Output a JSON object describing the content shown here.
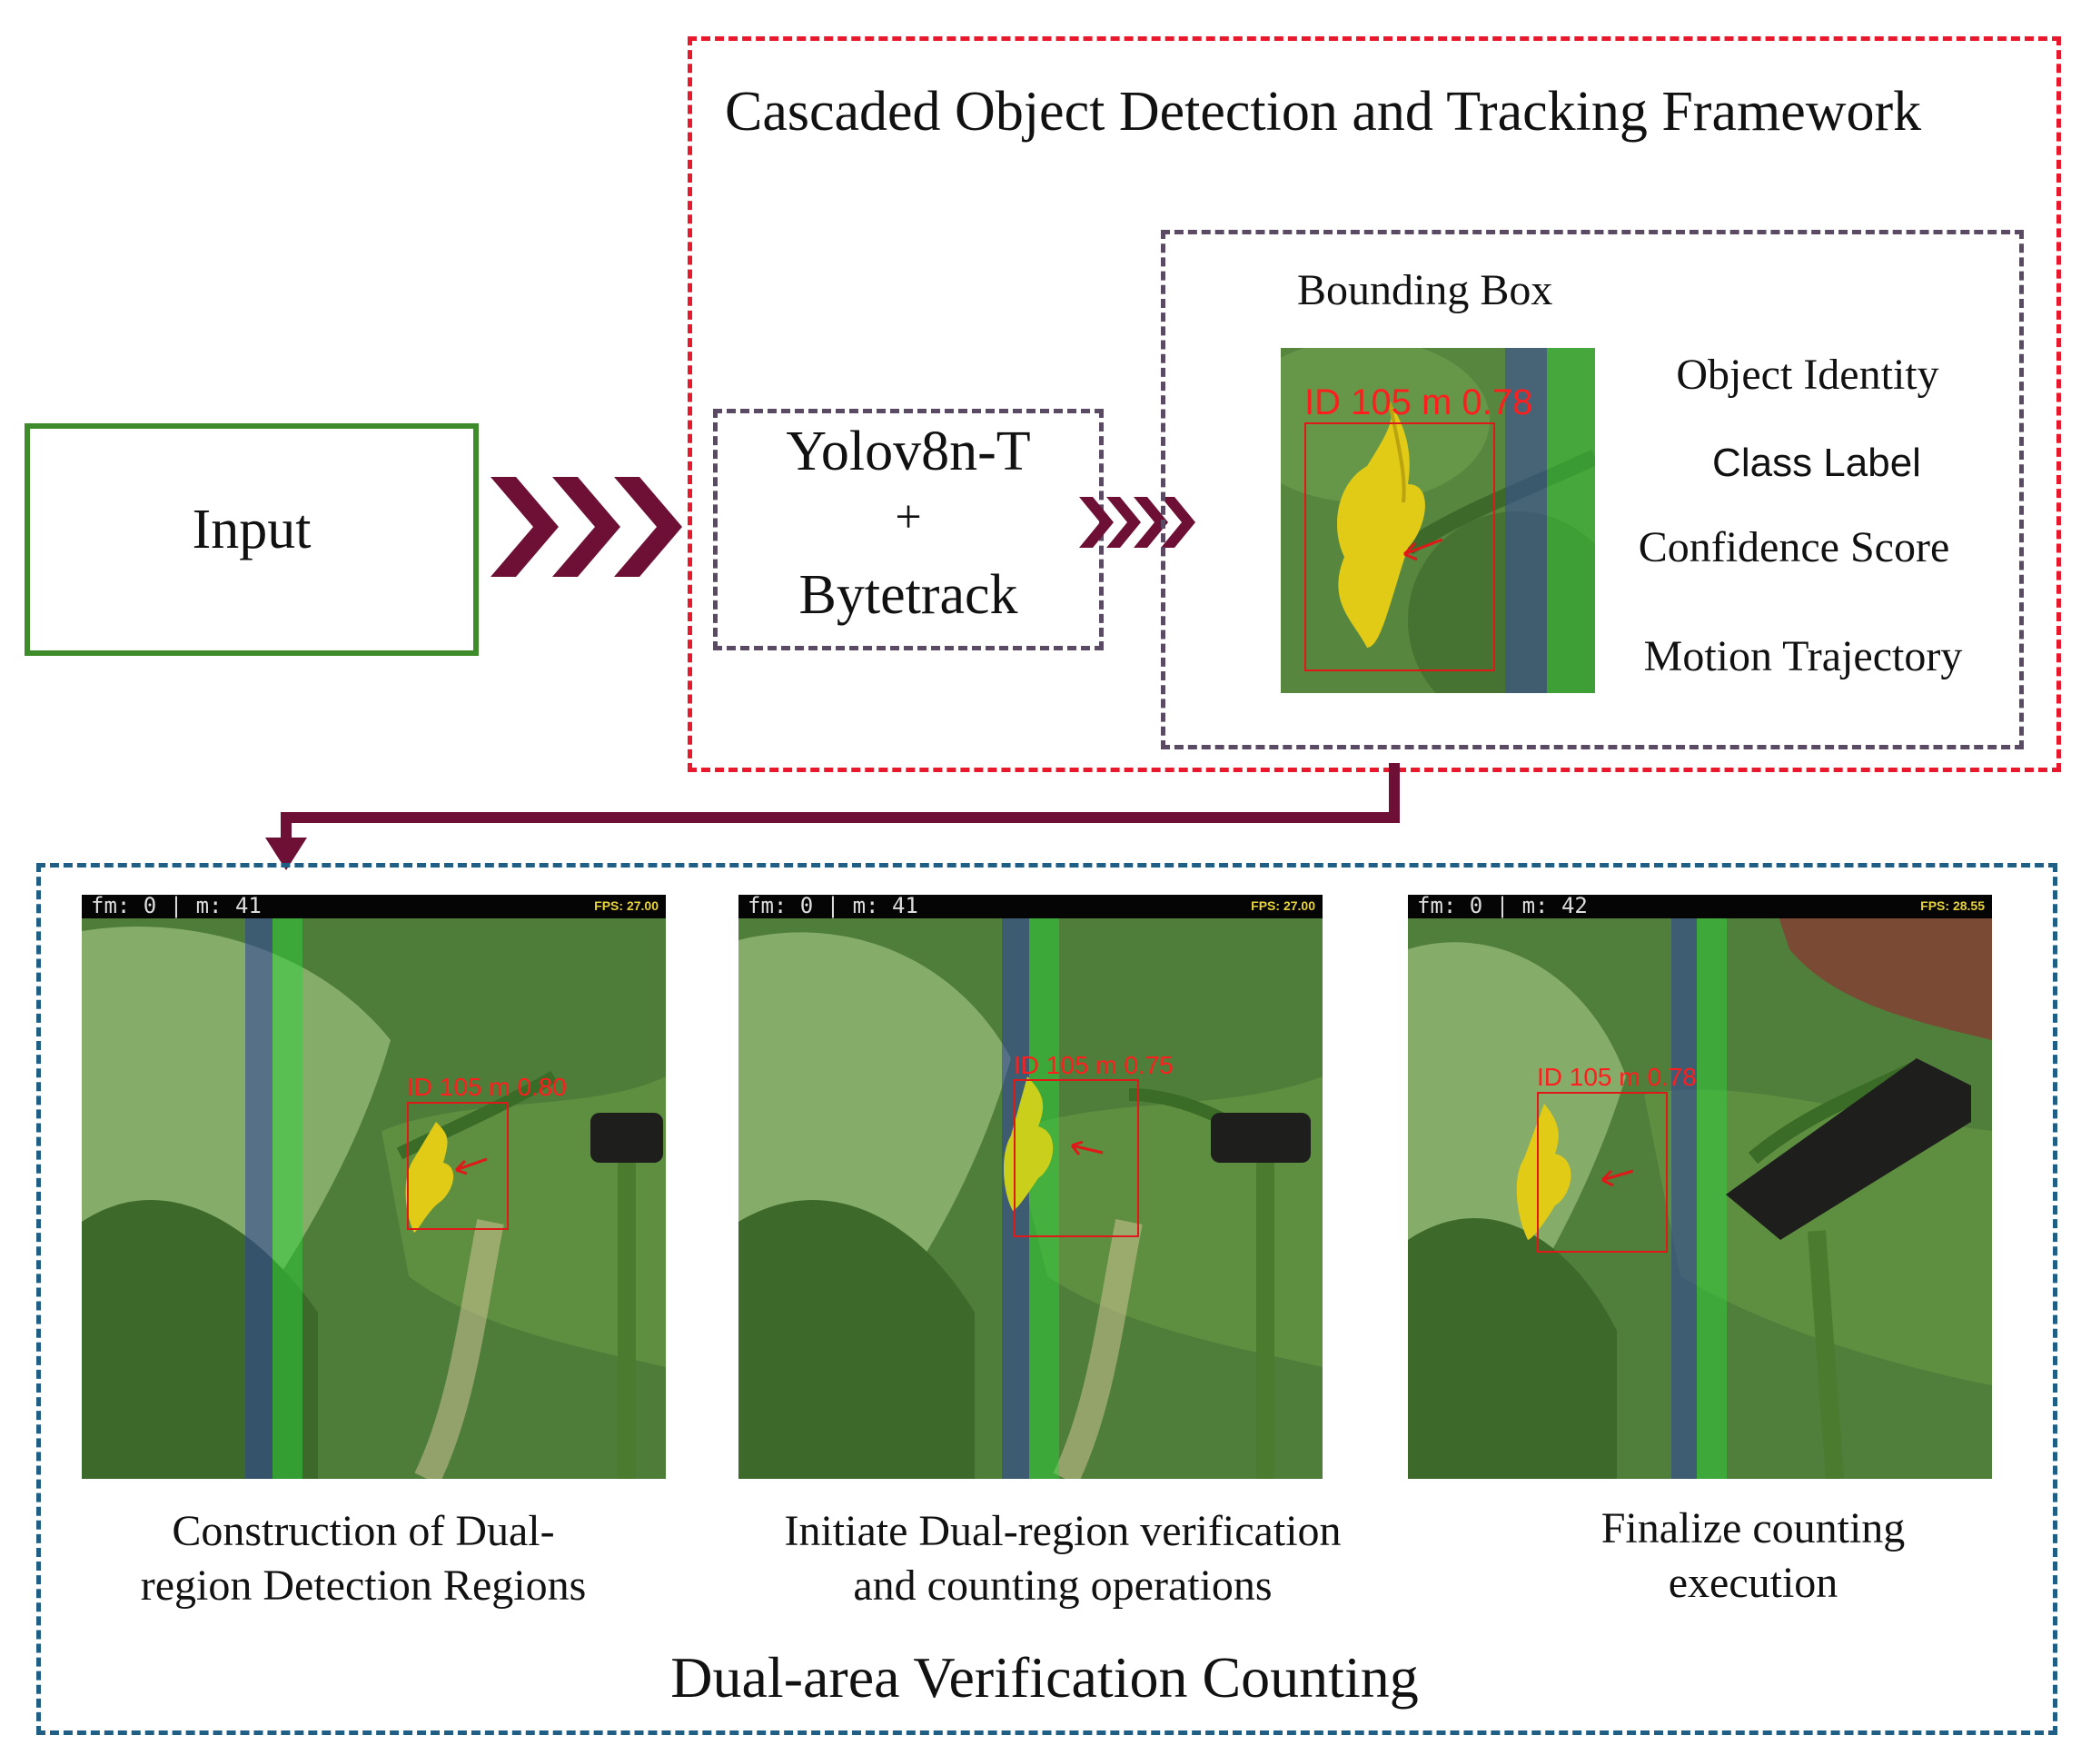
{
  "input": {
    "label": "Input"
  },
  "framework": {
    "title": "Cascaded Object Detection and Tracking Framework",
    "model": {
      "line1": "Yolov8n-T",
      "plus": "+",
      "line2": "Bytetrack"
    },
    "output": {
      "bbox_title": "Bounding Box",
      "attributes": [
        "Object Identity",
        "Class Label",
        "Confidence Score",
        "Motion Trajectory"
      ],
      "preview_label": "ID 105 m 0.78"
    }
  },
  "counting": {
    "title": "Dual-area Verification Counting",
    "frames": [
      {
        "hud": "fm: 0 | m: 41",
        "fps": "FPS: 27.00",
        "detection": "ID 105 m 0.80",
        "caption": [
          "Construction of Dual-",
          "region Detection Regions"
        ]
      },
      {
        "hud": "fm: 0 | m: 41",
        "fps": "FPS: 27.00",
        "detection": "ID 105 m 0.75",
        "caption": [
          "Initiate Dual-region verification",
          "and counting operations"
        ]
      },
      {
        "hud": "fm: 0 | m: 42",
        "fps": "FPS: 28.55",
        "detection": "ID 105 m 0.78",
        "caption": [
          "Finalize counting",
          "execution"
        ]
      }
    ]
  },
  "colors": {
    "framework_border": "#e8192c",
    "output_border": "#5b4a64",
    "counting_border": "#1f5f86",
    "input_border": "#3e8b2c",
    "arrow": "#6e0f35",
    "detection": "#e01818"
  }
}
